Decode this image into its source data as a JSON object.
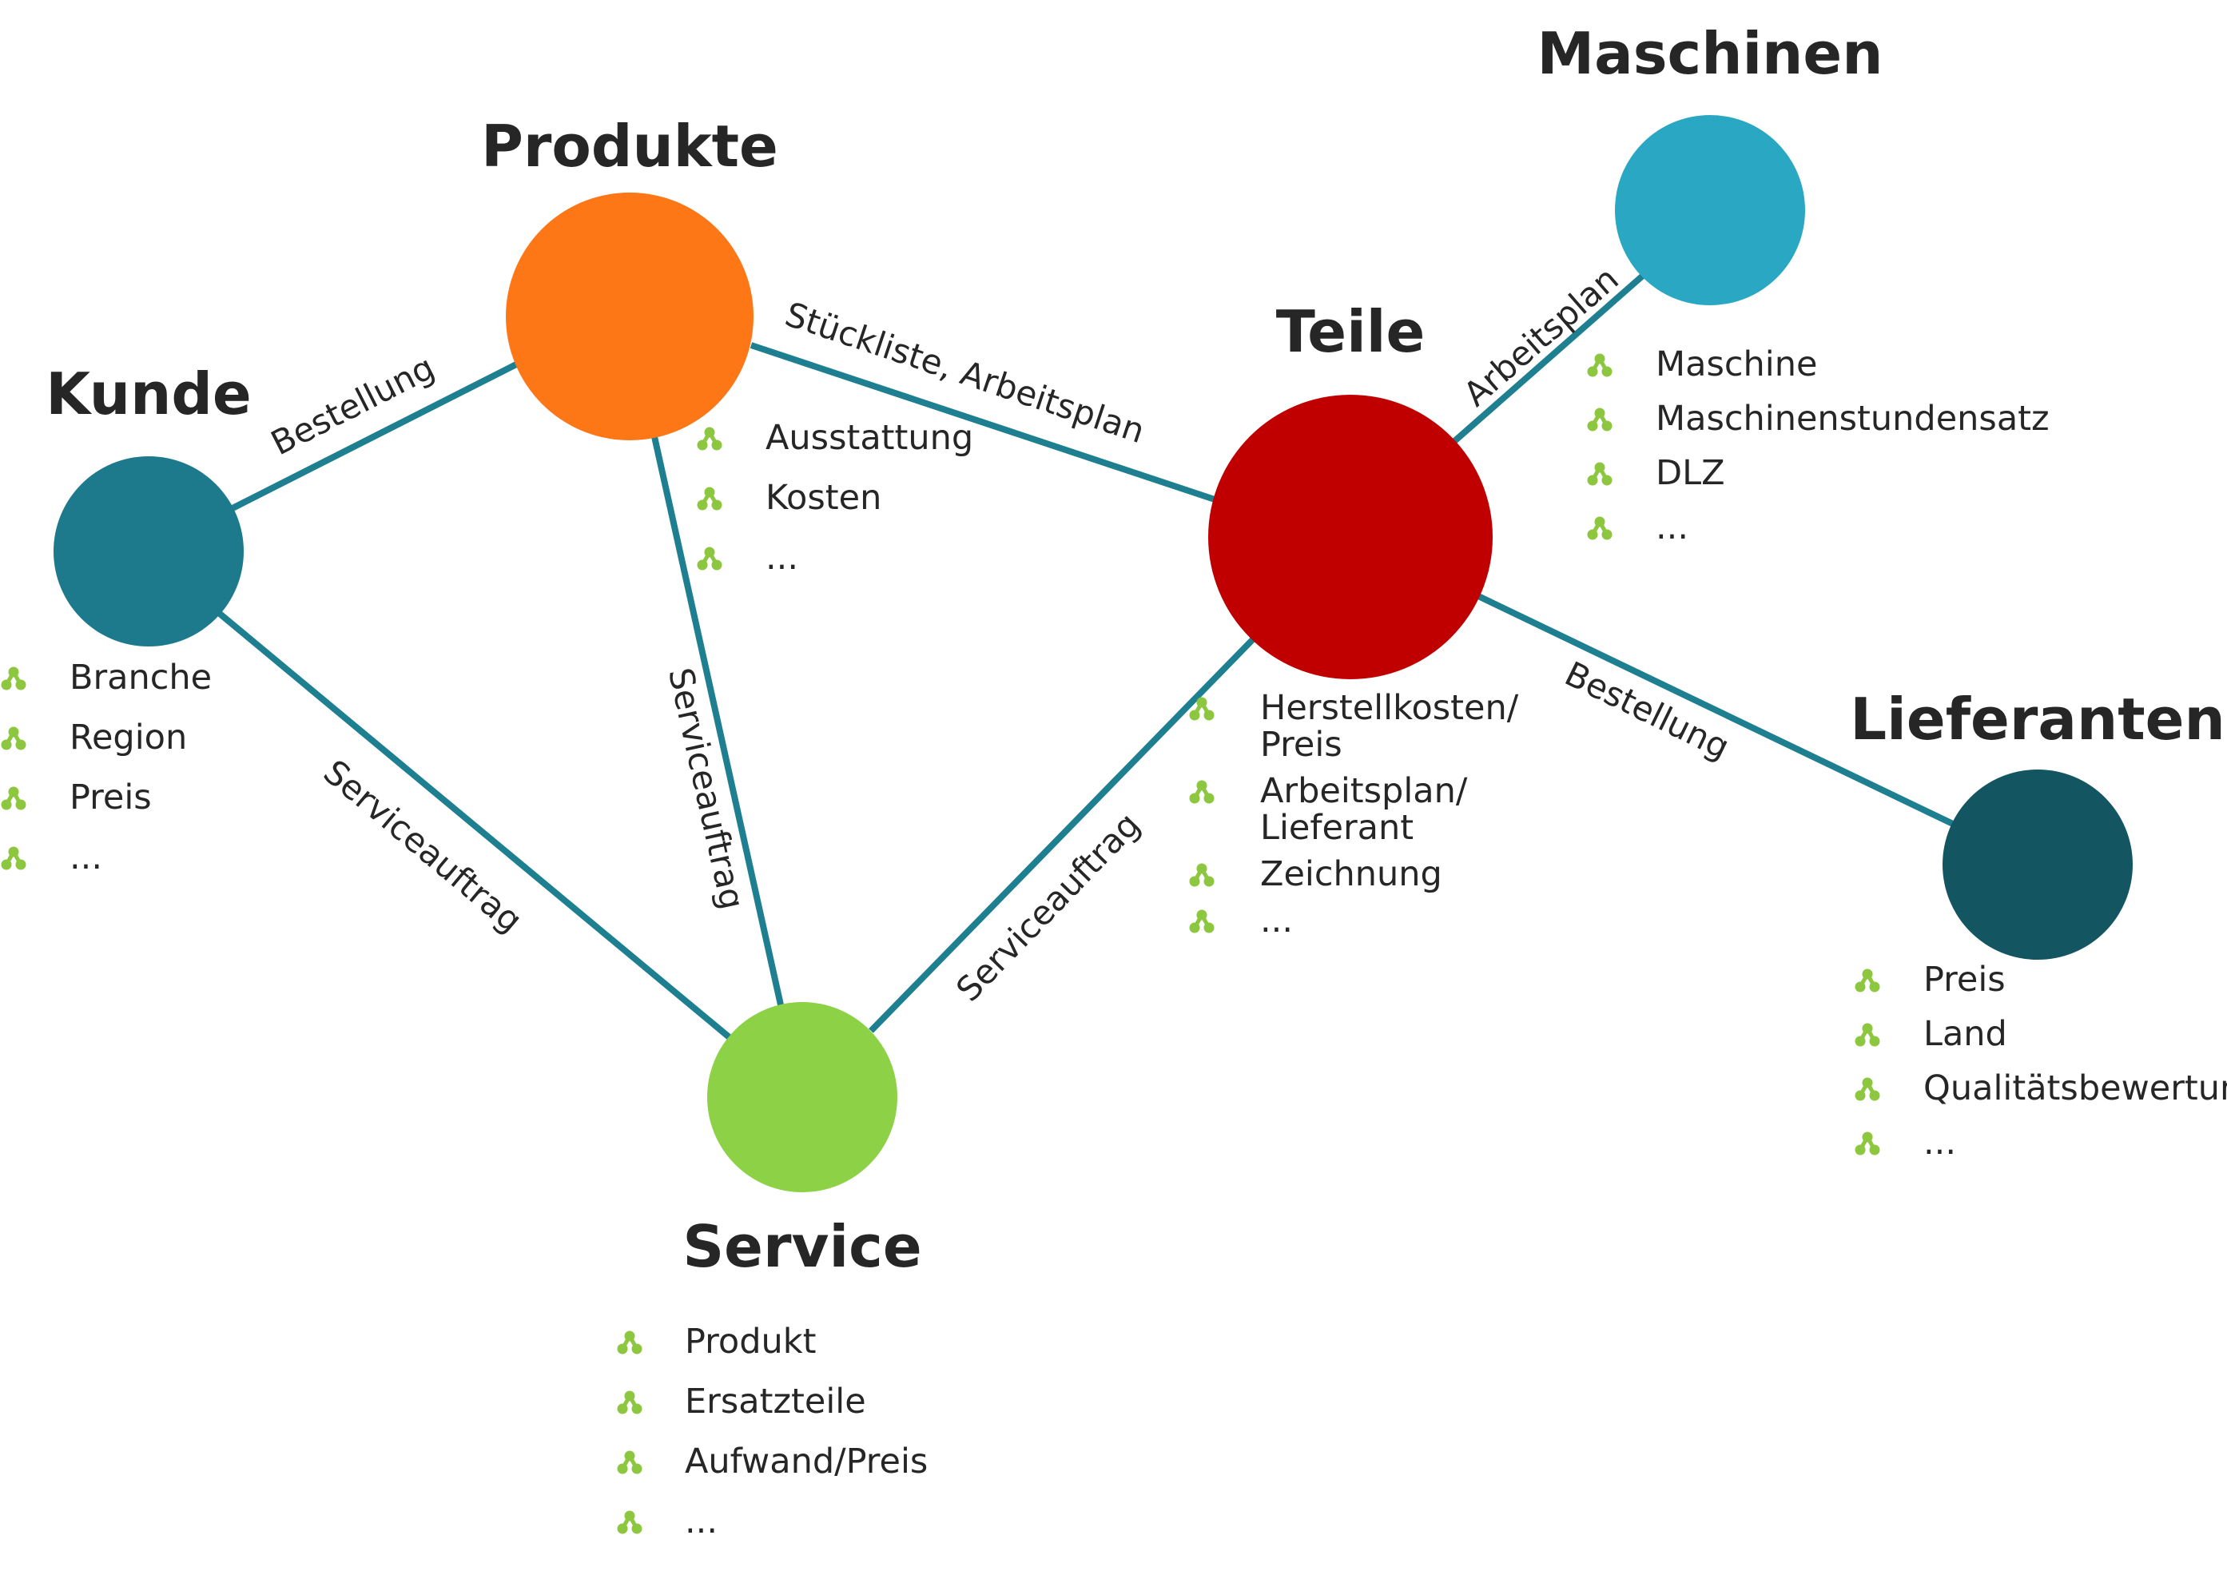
{
  "colors": {
    "edge": "#1e7f91",
    "bullet": "#8dc63f",
    "text": "#262626"
  },
  "nodes": {
    "kunde": {
      "title": "Kunde",
      "color": "#1d7a8c",
      "items": [
        "Branche",
        "Region",
        "Preis",
        "..."
      ]
    },
    "produkte": {
      "title": "Produkte",
      "color": "#fd7716",
      "items": [
        "Ausstattung",
        "Kosten",
        "..."
      ]
    },
    "teile": {
      "title": "Teile",
      "color": "#c00000",
      "items": [
        "Herstellkosten/ Preis",
        "Arbeitsplan/ Lieferant",
        "Zeichnung",
        "..."
      ]
    },
    "maschinen": {
      "title": "Maschinen",
      "color": "#29a7c3",
      "items": [
        "Maschine",
        "Maschinenstundensatz",
        "DLZ",
        "..."
      ]
    },
    "lieferanten": {
      "title": "Lieferanten",
      "color": "#135662",
      "items": [
        "Preis",
        "Land",
        "Qualitätsbewertung",
        "..."
      ]
    },
    "service": {
      "title": "Service",
      "color": "#8cd146",
      "items": [
        "Produkt",
        "Ersatzteile",
        "Aufwand/Preis",
        "..."
      ]
    }
  },
  "edges": [
    {
      "from": "kunde",
      "to": "produkte",
      "label": "Bestellung"
    },
    {
      "from": "produkte",
      "to": "teile",
      "label": "Stückliste, Arbeitsplan"
    },
    {
      "from": "teile",
      "to": "maschinen",
      "label": "Arbeitsplan"
    },
    {
      "from": "teile",
      "to": "lieferanten",
      "label": "Bestellung"
    },
    {
      "from": "kunde",
      "to": "service",
      "label": "Serviceauftrag"
    },
    {
      "from": "produkte",
      "to": "service",
      "label": "Serviceauftrag"
    },
    {
      "from": "service",
      "to": "teile",
      "label": "Serviceauftrag"
    }
  ]
}
